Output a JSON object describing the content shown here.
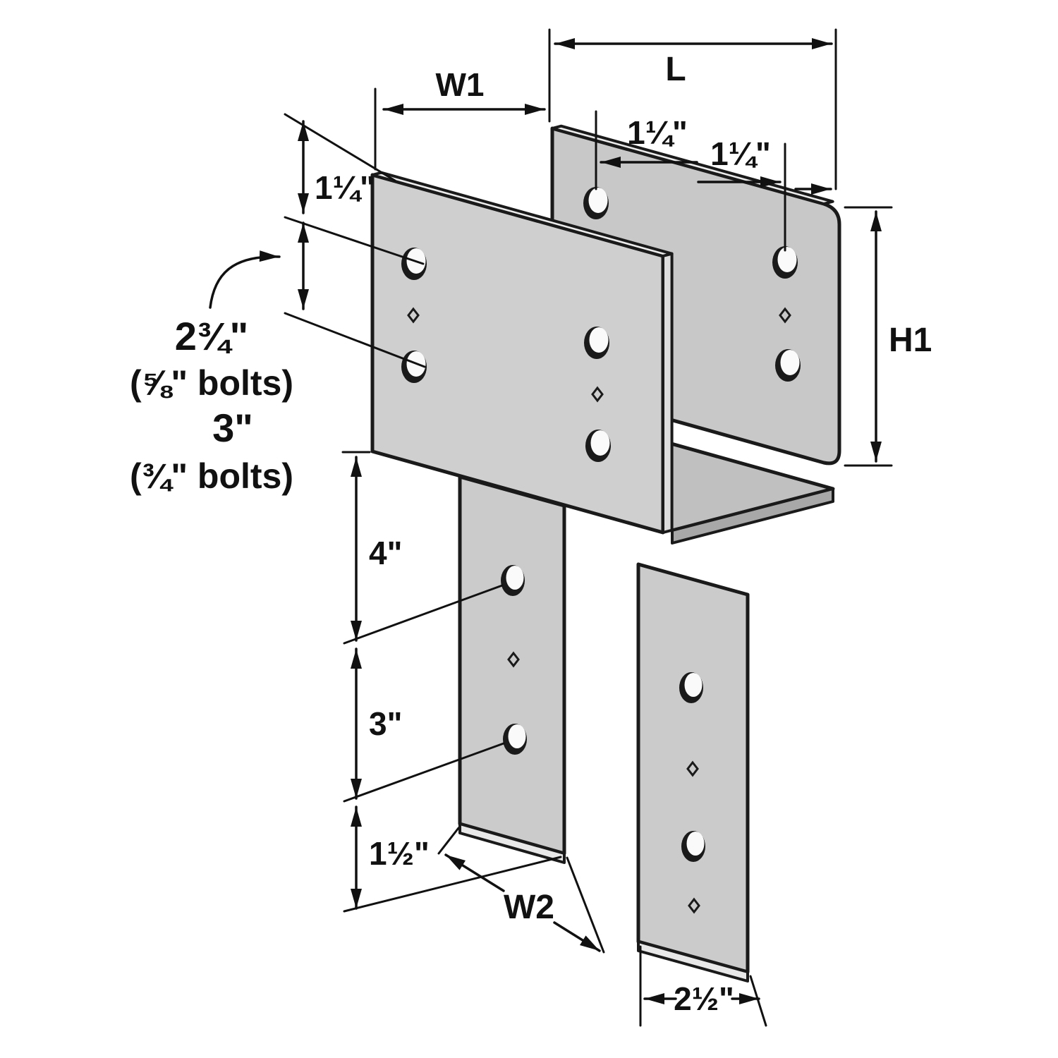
{
  "diagram": {
    "description": "Isometric dimensional drawing of a steel column cap: U-shaped beam seat with two downward column straps and bolt holes",
    "colors": {
      "outline": "#1a1a1a",
      "plate": "#cfcfcf",
      "plate_back": "#c8c8c8",
      "seat": "#c0c0c0",
      "seat_front": "#a8a8a8",
      "edge_highlight": "#ececec",
      "background": "#ffffff"
    },
    "labels": {
      "dim_L": "L",
      "dim_W1": "W1",
      "dim_W2": "W2",
      "dim_H1": "H1",
      "edge_dist_side": "1¼\"",
      "edge_dist_beam_left": "1¼\"",
      "edge_dist_beam_right": "1¼\"",
      "spacing_value_1": "2¾\"",
      "spacing_note_1": "(⅝\" bolts)",
      "spacing_value_2": "3\"",
      "spacing_note_2": "(¾\" bolts)",
      "strap_hole_offset": "4\"",
      "strap_hole_spacing": "3\"",
      "strap_end_margin": "1½\"",
      "strap_width": "2½\""
    }
  }
}
